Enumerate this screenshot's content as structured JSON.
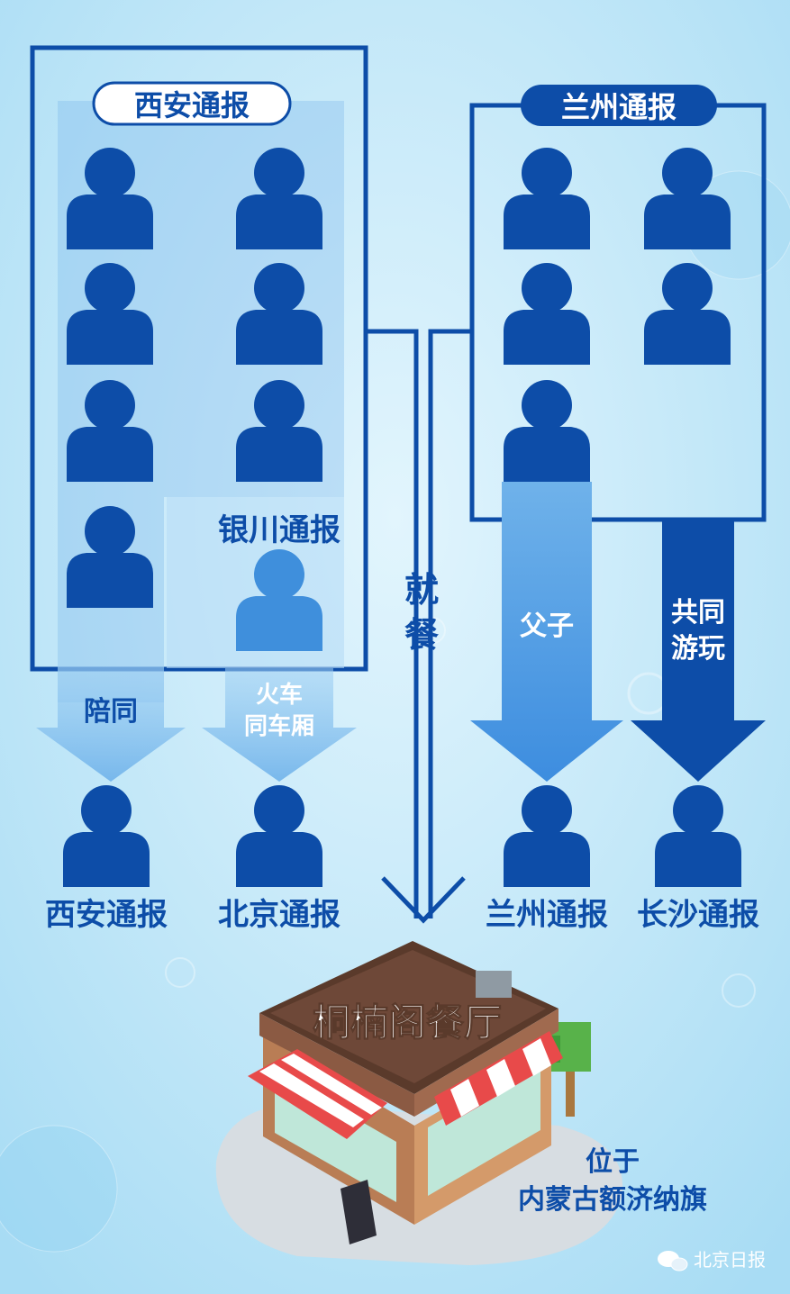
{
  "groups": {
    "xian": {
      "title": "西安通报",
      "count": 7
    },
    "lanzhou": {
      "title": "兰州通报",
      "count": 5
    },
    "yinchuan": {
      "title": "银川通报"
    }
  },
  "arrows": {
    "accompany": "陪同",
    "train_line1": "火车",
    "train_line2": "同车厢",
    "dine_line1": "就",
    "dine_line2": "餐",
    "father_son": "父子",
    "travel_line1": "共同",
    "travel_line2": "游玩"
  },
  "results": [
    "西安通报",
    "北京通报",
    "兰州通报",
    "长沙通报"
  ],
  "restaurant": {
    "name": "桐楠阁餐厅",
    "location_line1": "位于",
    "location_line2": "内蒙古额济纳旗"
  },
  "watermark": "北京日报",
  "colors": {
    "background": "#bfe6f8",
    "person_dark": "#0d4da8",
    "person_light": "#3f8fdc",
    "arrow_light": "#7ab8ea",
    "arrow_dark": "#0d4da8"
  }
}
